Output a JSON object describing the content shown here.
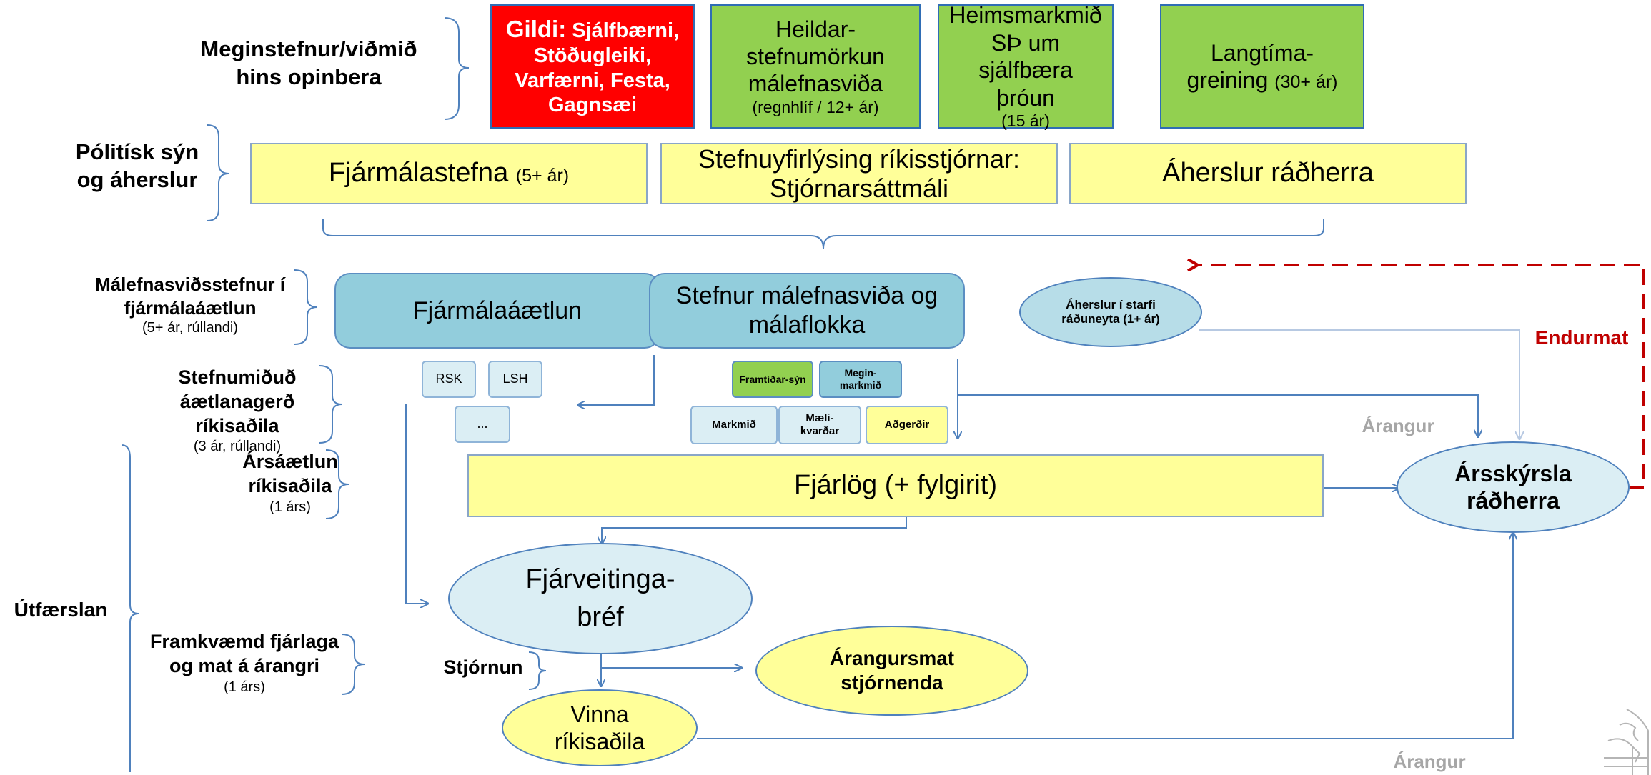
{
  "left": {
    "meginstefnur": "Meginstefnur/viðmið hins opinbera",
    "politisk": "Pólitísk sýn og áherslur",
    "malefna_title": "Málefnasviðsstefnur í fjármálaáætlun",
    "malefna_sub": "(5+ ár, rúllandi)",
    "stefnumidud_title": "Stefnumiðuð áætlanagerð ríkisaðila",
    "stefnumidud_sub": "(3 ár, rúllandi)",
    "arsaaetlun_title": "Ársáætlun ríkisaðila",
    "arsaaetlun_sub": "(1 árs)",
    "utfaerslan": "Útfærslan",
    "framkvaemd_title": "Framkvæmd fjárlaga og mat á árangri",
    "framkvaemd_sub": "(1 árs)",
    "stjornun": "Stjórnun"
  },
  "top": {
    "gildi_head": "Gildi:",
    "gildi_text": "Sjálfbærni, Stöðugleiki, Varfærni, Festa, Gagnsæi",
    "heildar_main": "Heildar-stefnumörkun málefnasviða",
    "heildar_sub": "(regnhlíf / 12+ ár)",
    "heims_main": "Heimsmarkmið SÞ um sjálfbæra þróun",
    "heims_sub": "(15 ár)",
    "langtima_main": "Langtíma-greining",
    "langtima_sub": "(30+ ár)"
  },
  "politics": {
    "fjarmalastefna": "Fjármálastefna",
    "fjarmalastefna_sub": "(5+ ár)",
    "stefnuyfirlysing": "Stefnuyfirlýsing ríkisstjórnar: Stjórnarsáttmáli",
    "aherslur": "Áherslur ráðherra"
  },
  "plan": {
    "fjarmalaaaetlun": "Fjármálaáætlun",
    "stefnur": "Stefnur málefnasviða og málaflokka",
    "aherslur_starfi": "Áherslur í starfi ráðuneyta (1+ ár)",
    "rsk": "RSK",
    "lsh": "LSH",
    "ellipsis": "...",
    "framtidarsyn": "Framtíðar-sýn",
    "meginmarkmid": "Megin-markmið",
    "markmid": "Markmið",
    "maelikvardar": "Mæli-kvarðar",
    "adgerdir": "Aðgerðir"
  },
  "execution": {
    "fjarlog": "Fjárlög (+ fylgirit)",
    "fjarveitingabref": "Fjárveitinga-bréf",
    "arangursmat": "Árangursmat stjórnenda",
    "vinna": "Vinna ríkisaðila",
    "arsskyrsla": "Ársskýrsla ráðherra",
    "arangur1": "Árangur",
    "arangur2": "Árangur",
    "endurmat": "Endurmat"
  },
  "colors": {
    "red": "#ff0000",
    "green": "#92d050",
    "yellow": "#ffff99",
    "blue": "#92cddc",
    "light_blue": "#dbeef4",
    "line": "#4f81bd",
    "endurmat": "#c00000"
  }
}
